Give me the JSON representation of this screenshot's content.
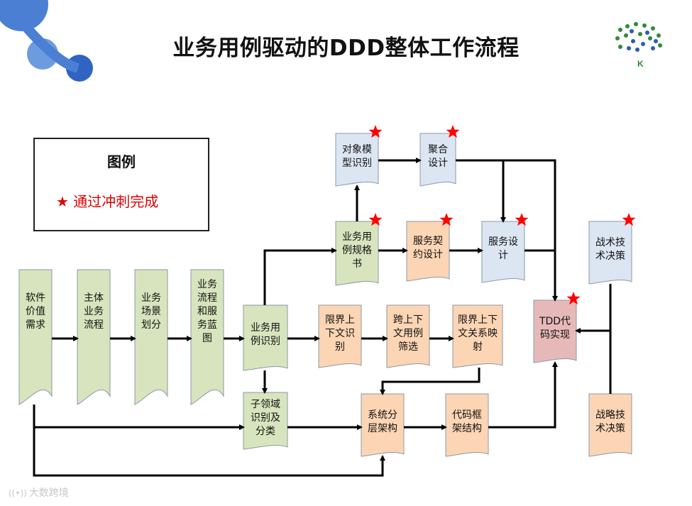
{
  "title": "业务用例驱动的DDD整体工作流程",
  "logo_right_letter": "K",
  "legend": {
    "title": "图例",
    "star": "★",
    "item": "通过冲刺完成"
  },
  "colors": {
    "green": "#d7e4bd",
    "orange": "#fcd5b4",
    "blue": "#dce6f2",
    "pink": "#e6b9b8",
    "star": "#ff0000",
    "arrow": "#000000"
  },
  "nodes": {
    "n1": "软件\n价值\n需求",
    "n2": "主体\n业务\n流程",
    "n3": "业务\n场景\n划分",
    "n4": "业务\n流程\n和服\n务蓝\n图",
    "n5": "业务用\n例识别",
    "n6": "子领域\n识别及\n分类",
    "n7": "业务用\n例规格\n书",
    "n8": "对象模\n型识别",
    "n9": "聚合\n设计",
    "n10": "服务契\n约设计",
    "n11": "服务设\n计",
    "n12": "战术技\n术决策",
    "n13": "限界上\n下文识\n别",
    "n14": "跨上下\n文用例\n筛选",
    "n15": "限界上下\n文关系映\n射",
    "n16": "TDD代\n码实现",
    "n17": "系统分\n层架构",
    "n18": "代码框\n架结构",
    "n19": "战略技\n术决策"
  },
  "watermark": "大数跨境",
  "watermark_icon": "((•))"
}
